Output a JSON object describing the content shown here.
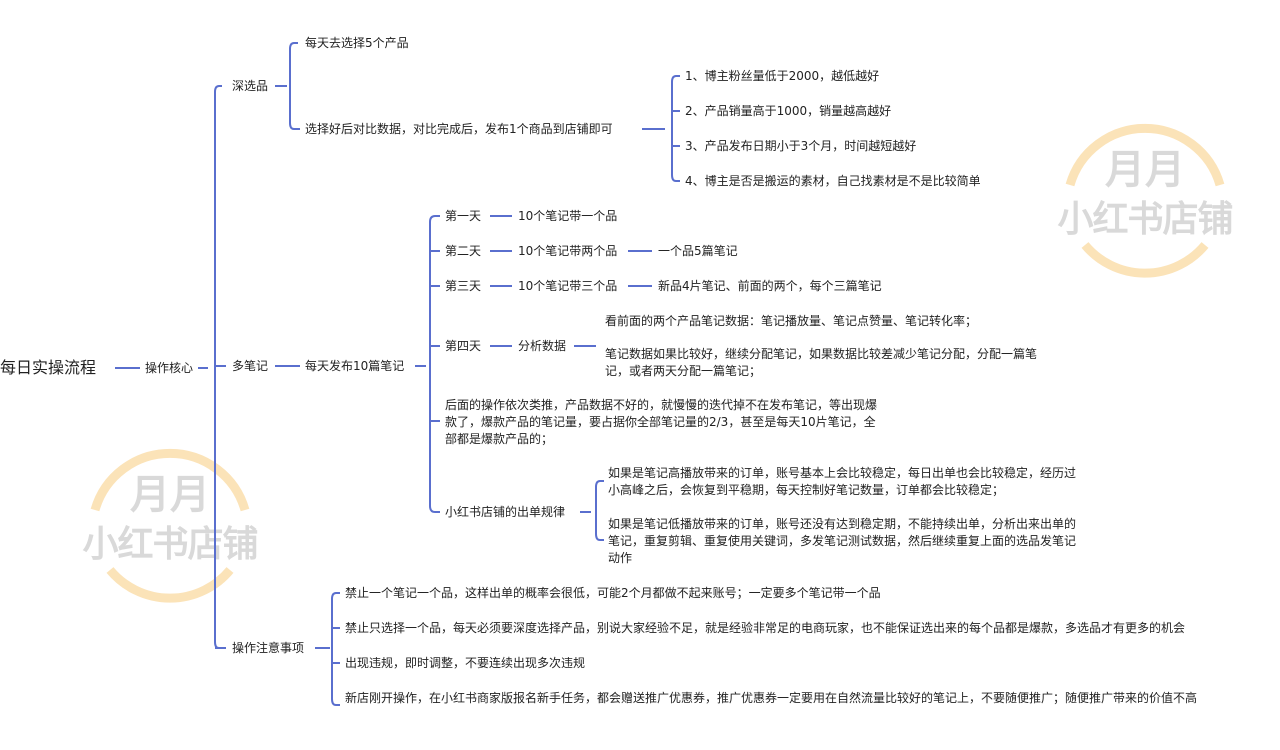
{
  "colors": {
    "connector": "#5a6fce",
    "watermark_arc": "#fbe3b8",
    "watermark_text": "#d9d9d9"
  },
  "watermark": {
    "line1": "月月",
    "line2": "小红书店铺"
  },
  "root": "每日实操流程",
  "core": "操作核心",
  "deep_select": {
    "label": "深选品",
    "items": [
      "每天去选择5个产品",
      "选择好后对比数据，对比完成后，发布1个商品到店铺即可"
    ],
    "criteria": [
      "1、博主粉丝量低于2000，越低越好",
      "2、产品销量高于1000，销量越高越好",
      "3、产品发布日期小于3个月，时间越短越好",
      "4、博主是否是搬运的素材，自己找素材是不是比较简单"
    ]
  },
  "notes": {
    "label": "多笔记",
    "daily": "每天发布10篇笔记",
    "days": [
      {
        "day": "第一天",
        "plan": "10个笔记带一个品"
      },
      {
        "day": "第二天",
        "plan": "10个笔记带两个品",
        "detail": "一个品5篇笔记"
      },
      {
        "day": "第三天",
        "plan": "10个笔记带三个品",
        "detail": "新品4片笔记、前面的两个，每个三篇笔记"
      },
      {
        "day": "第四天",
        "plan": "分析数据",
        "details": [
          "看前面的两个产品笔记数据：笔记播放量、笔记点赞量、笔记转化率；",
          "笔记数据如果比较好，继续分配笔记，如果数据比较差减少笔记分配，分配一篇笔记，或者两天分配一篇笔记；"
        ]
      }
    ],
    "later": "后面的操作依次类推，产品数据不好的，就慢慢的迭代掉不在发布笔记，等出现爆款了，爆款产品的笔记量，要占据你全部笔记量的2/3，甚至是每天10片笔记，全部都是爆款产品的；",
    "rules": {
      "label": "小红书店铺的出单规律",
      "items": [
        "如果是笔记高播放带来的订单，账号基本上会比较稳定，每日出单也会比较稳定，经历过小高峰之后，会恢复到平稳期，每天控制好笔记数量，订单都会比较稳定；",
        "如果是笔记低播放带来的订单，账号还没有达到稳定期，不能持续出单，分析出来出单的笔记，重复剪辑、重复使用关键词，多发笔记测试数据，然后继续重复上面的选品发笔记动作"
      ]
    }
  },
  "cautions": {
    "label": "操作注意事项",
    "items": [
      "禁止一个笔记一个品，这样出单的概率会很低，可能2个月都做不起来账号；一定要多个笔记带一个品",
      "禁止只选择一个品，每天必须要深度选择产品，别说大家经验不足，就是经验非常足的电商玩家，也不能保证选出来的每个品都是爆款，多选品才有更多的机会",
      "出现违规，即时调整，不要连续出现多次违规",
      "新店刚开操作，在小红书商家版报名新手任务，都会赠送推广优惠券，推广优惠券一定要用在自然流量比较好的笔记上，不要随便推广；随便推广带来的价值不高"
    ]
  }
}
